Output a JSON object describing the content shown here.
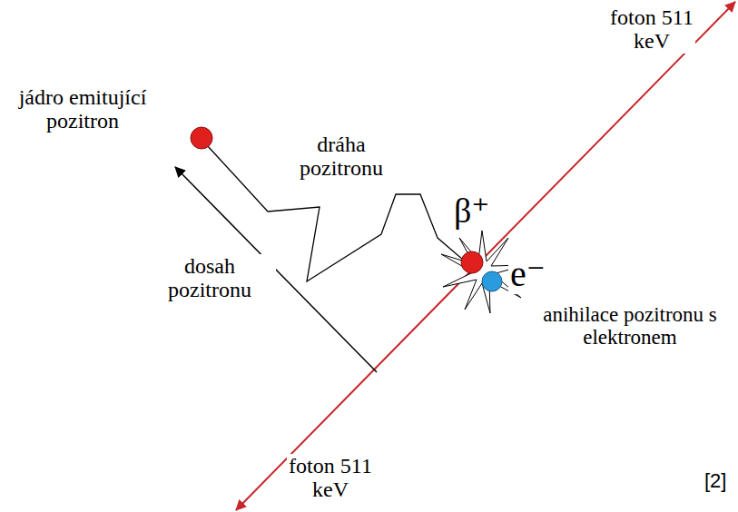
{
  "diagram": {
    "labels": [
      "foton 511 keV",
      "jádro emitující pozitron",
      "dráha pozitronu",
      "β⁺",
      "e⁻",
      "dosah pozitronu",
      "anihilace pozitronu s elektronem",
      "foton 511 keV",
      "[2]"
    ]
  }
}
